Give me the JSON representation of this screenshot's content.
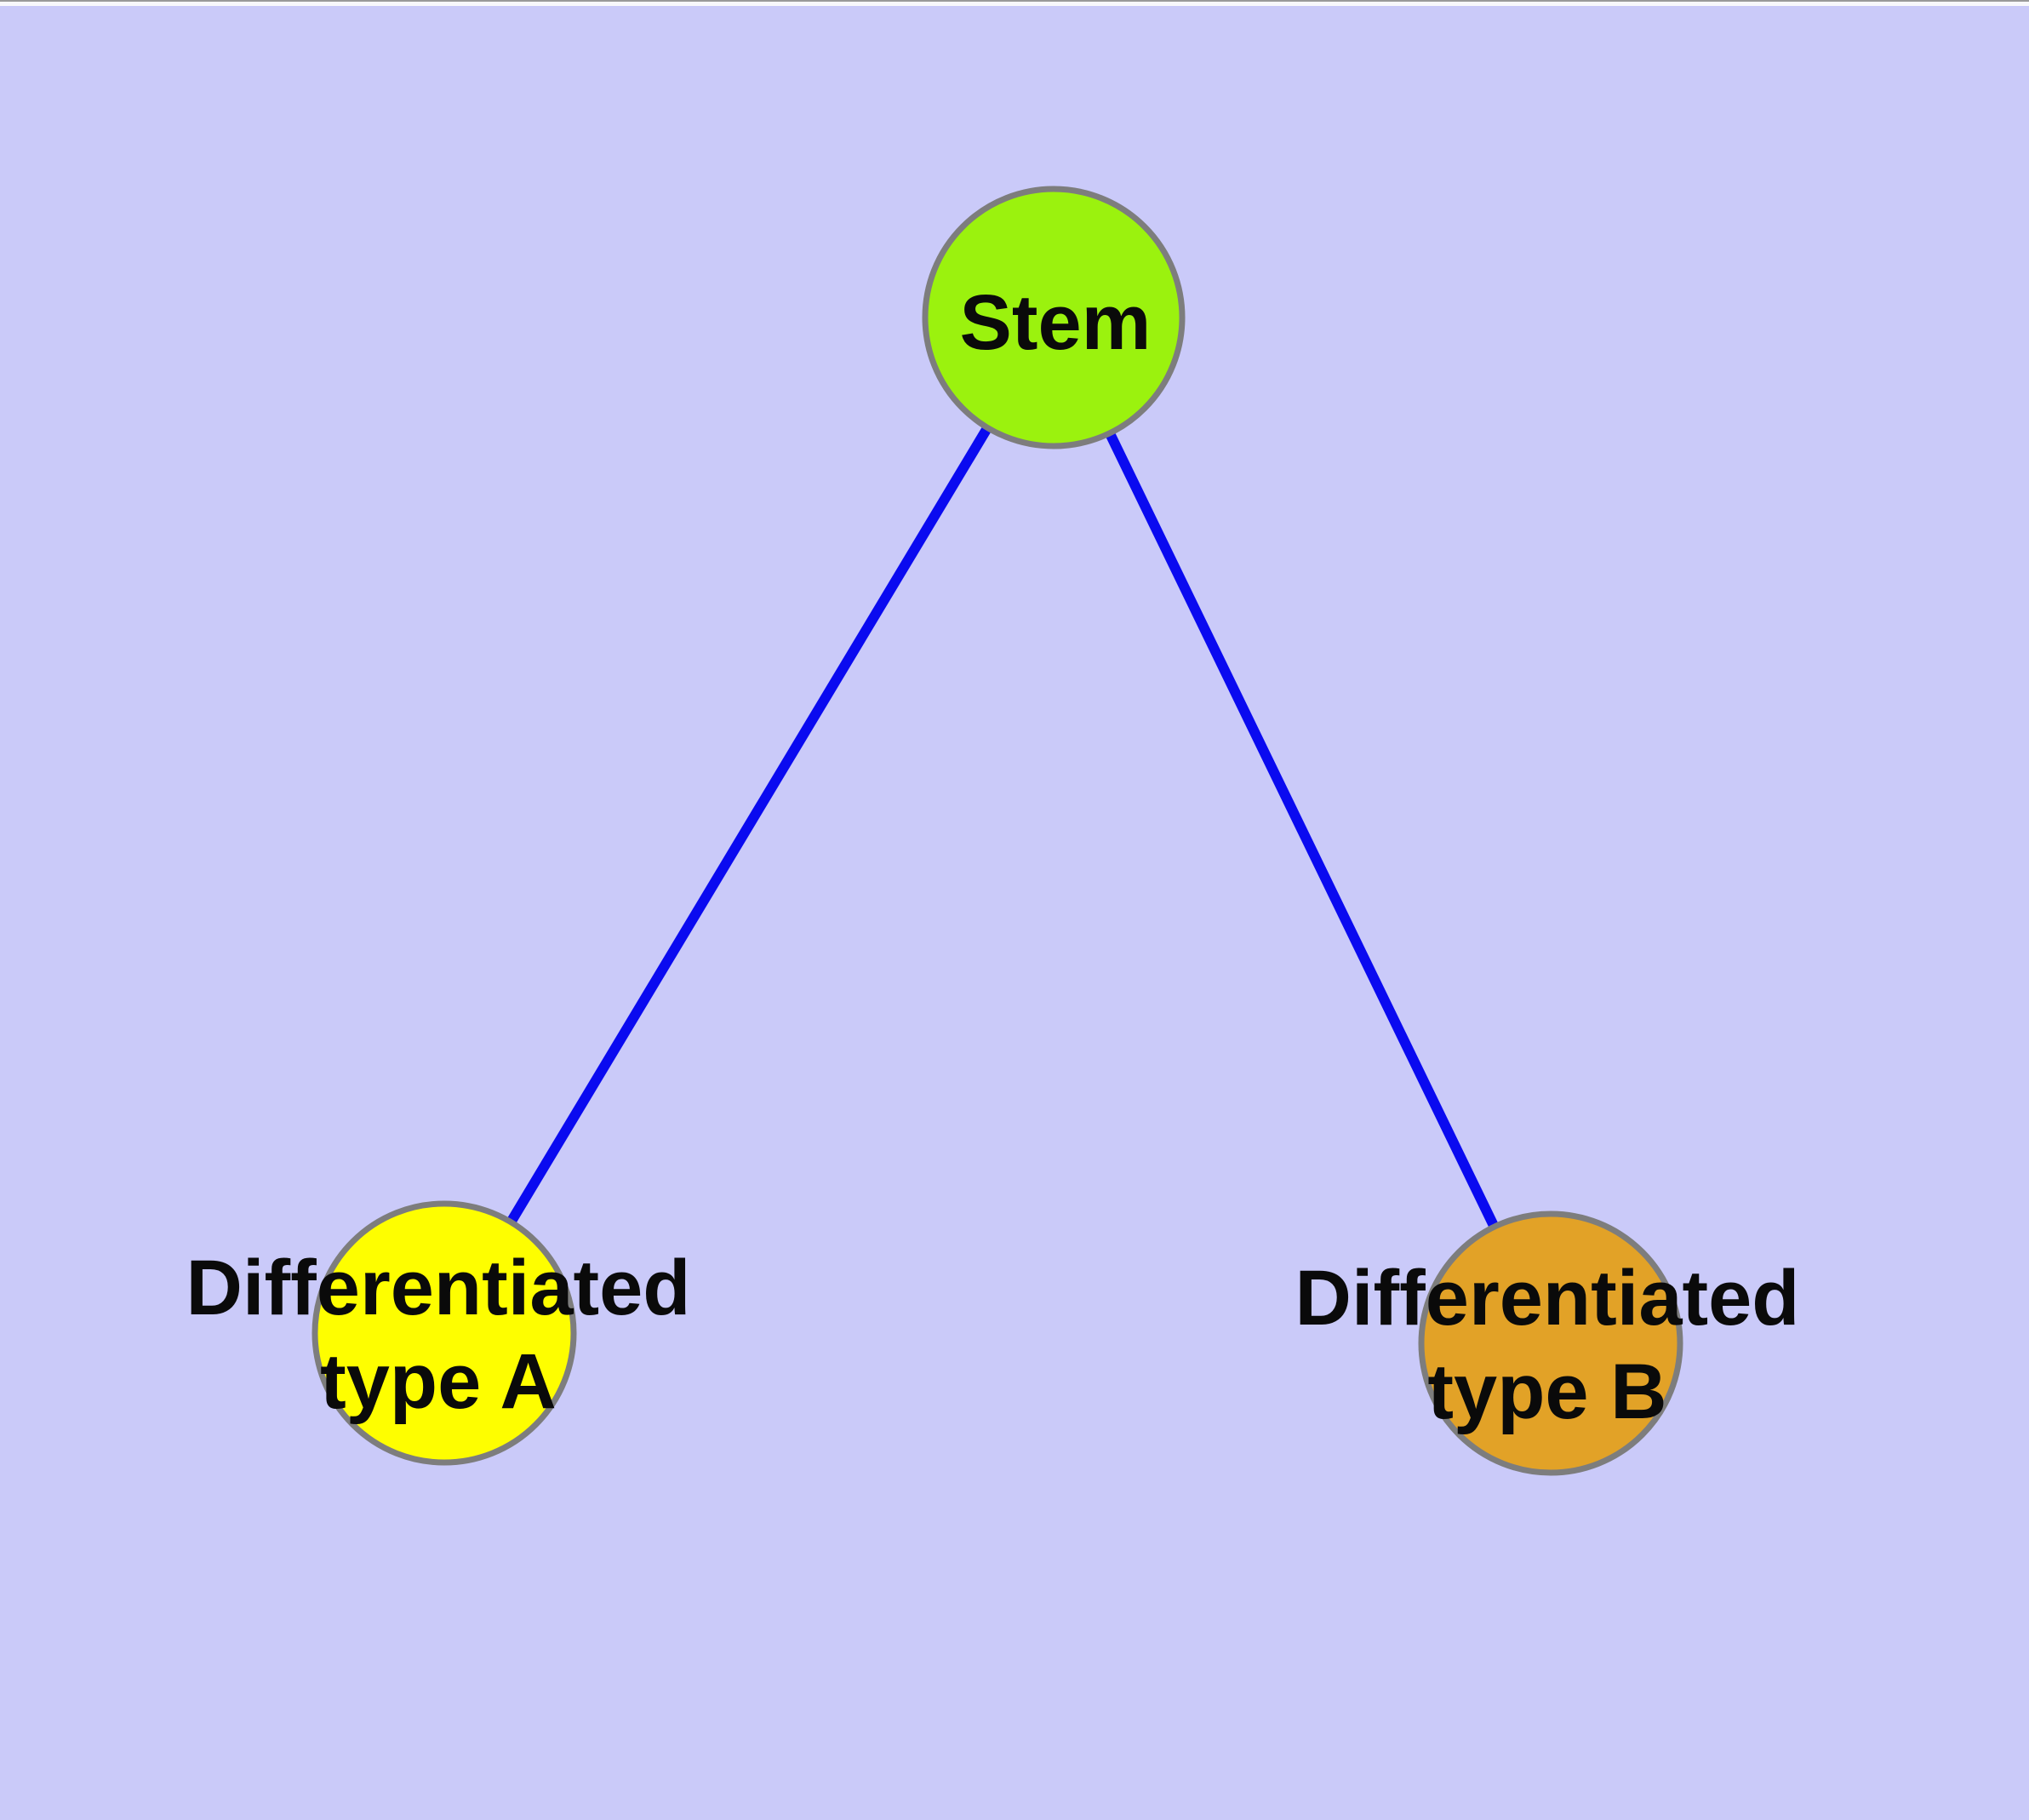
{
  "canvas": {
    "background_color": "#cacaf9",
    "top_strip_color": "#f8f8fc",
    "top_border_color": "#9a9a9a"
  },
  "graph": {
    "text_color": "#0a0a0a",
    "edge_color": "#0a0af0",
    "node_border_color": "#7d7d7d",
    "nodes": [
      {
        "id": "stem",
        "label": "Stem",
        "fill": "#9bf20e"
      },
      {
        "id": "differentiated-type-a",
        "label_lines": [
          "Differentiated",
          "type A"
        ],
        "fill": "#fefe00"
      },
      {
        "id": "differentiated-type-b",
        "label_lines": [
          "Differentiated",
          "type B"
        ],
        "fill": "#e2a227"
      }
    ],
    "edges": [
      {
        "from": "stem",
        "to": "differentiated-type-a"
      },
      {
        "from": "stem",
        "to": "differentiated-type-b"
      }
    ]
  }
}
